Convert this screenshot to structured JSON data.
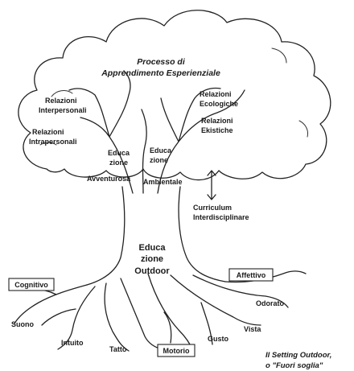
{
  "diagram": {
    "title_line1": "Processo di",
    "title_line2": "Apprendimento Esperienziale",
    "crown_labels": {
      "relazioni_interpersonali_line1": "Relazioni",
      "relazioni_interpersonali_line2": "Interpersonali",
      "relazioni_intrapersonali_line1": "Relazioni",
      "relazioni_intrapersonali_line2": "Intrapersonali",
      "relazioni_ecologiche_line1": "Relazioni",
      "relazioni_ecologiche_line2": "Ecologiche",
      "relazioni_ekistiche_line1": "Relazioni",
      "relazioni_ekistiche_line2": "Ekistiche",
      "educazione_avventurosa_line1": "Educa",
      "educazione_avventurosa_line2": "zione",
      "educazione_avventurosa_line3": "Avventurosa",
      "educazione_ambientale_line1": "Educa",
      "educazione_ambientale_line2": "zione",
      "educazione_ambientale_line3": "Ambientale"
    },
    "side_label_line1": "Curriculum",
    "side_label_line2": "Interdisciplinare",
    "trunk_label_line1": "Educa",
    "trunk_label_line2": "zione",
    "trunk_label_line3": "Outdoor",
    "boxed_labels": {
      "cognitivo": "Cognitivo",
      "affettivo": "Affettivo",
      "motorio": "Motorio"
    },
    "root_labels": {
      "suono": "Suono",
      "intuito": "Intuito",
      "tatto": "Tatto",
      "gusto": "Gusto",
      "vista": "Vista",
      "odorato": "Odorato"
    },
    "caption_line1": "Il Setting Outdoor,",
    "caption_line2": "o \"Fuori soglia\""
  }
}
